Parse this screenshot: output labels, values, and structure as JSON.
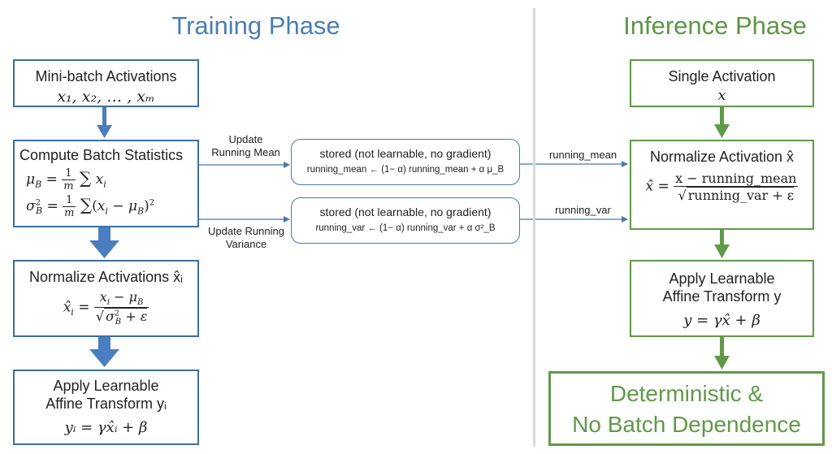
{
  "titles": {
    "training": "Training Phase",
    "inference": "Inference Phase"
  },
  "training": {
    "minibatch": {
      "heading": "Mini-batch Activations",
      "formula": "x₁, x₂, … , xₘ"
    },
    "batch_stats": {
      "heading": "Compute Batch Statistics",
      "mu_lhs": "μ_B",
      "sigma_lhs": "σ²_B"
    },
    "normalize": {
      "heading": "Normalize Activations x̂ᵢ"
    },
    "affine": {
      "heading_line1": "Apply Learnable",
      "heading_line2": "Affine Transform yᵢ",
      "formula": "yᵢ = γx̂ᵢ + β"
    }
  },
  "links": {
    "update_mean_line1": "Update",
    "update_mean_line2": "Running Mean",
    "update_var_line1": "Update Running",
    "update_var_line2": "Variance",
    "running_mean": "running_mean",
    "running_var": "running_var"
  },
  "storage": {
    "mean": {
      "title": "stored (not learnable, no gradient)",
      "formula": "running_mean ← (1− α) running_mean + α μ_B"
    },
    "var": {
      "title": "stored (not learnable, no gradient)",
      "formula": "running_var ← (1− α) running_var + α σ²_B"
    }
  },
  "inference": {
    "single": {
      "heading": "Single Activation",
      "formula": "x"
    },
    "normalize": {
      "heading": "Normalize Activation x̂",
      "numerator": "x − running_mean",
      "denominator": "running_var + ε"
    },
    "affine": {
      "heading_line1": "Apply Learnable",
      "heading_line2": "Affine Transform y",
      "formula": "y = γx̂ + β"
    },
    "result": {
      "line1": "Deterministic &",
      "line2": "No Batch Dependence"
    }
  },
  "colors": {
    "blue": "#3e6fa3",
    "green": "#5f9a49",
    "blue_title": "#4a7eb2",
    "green_title": "#5c9647",
    "arrow_blue": "#4a7ec0",
    "arrow_green": "#5f9a49"
  }
}
